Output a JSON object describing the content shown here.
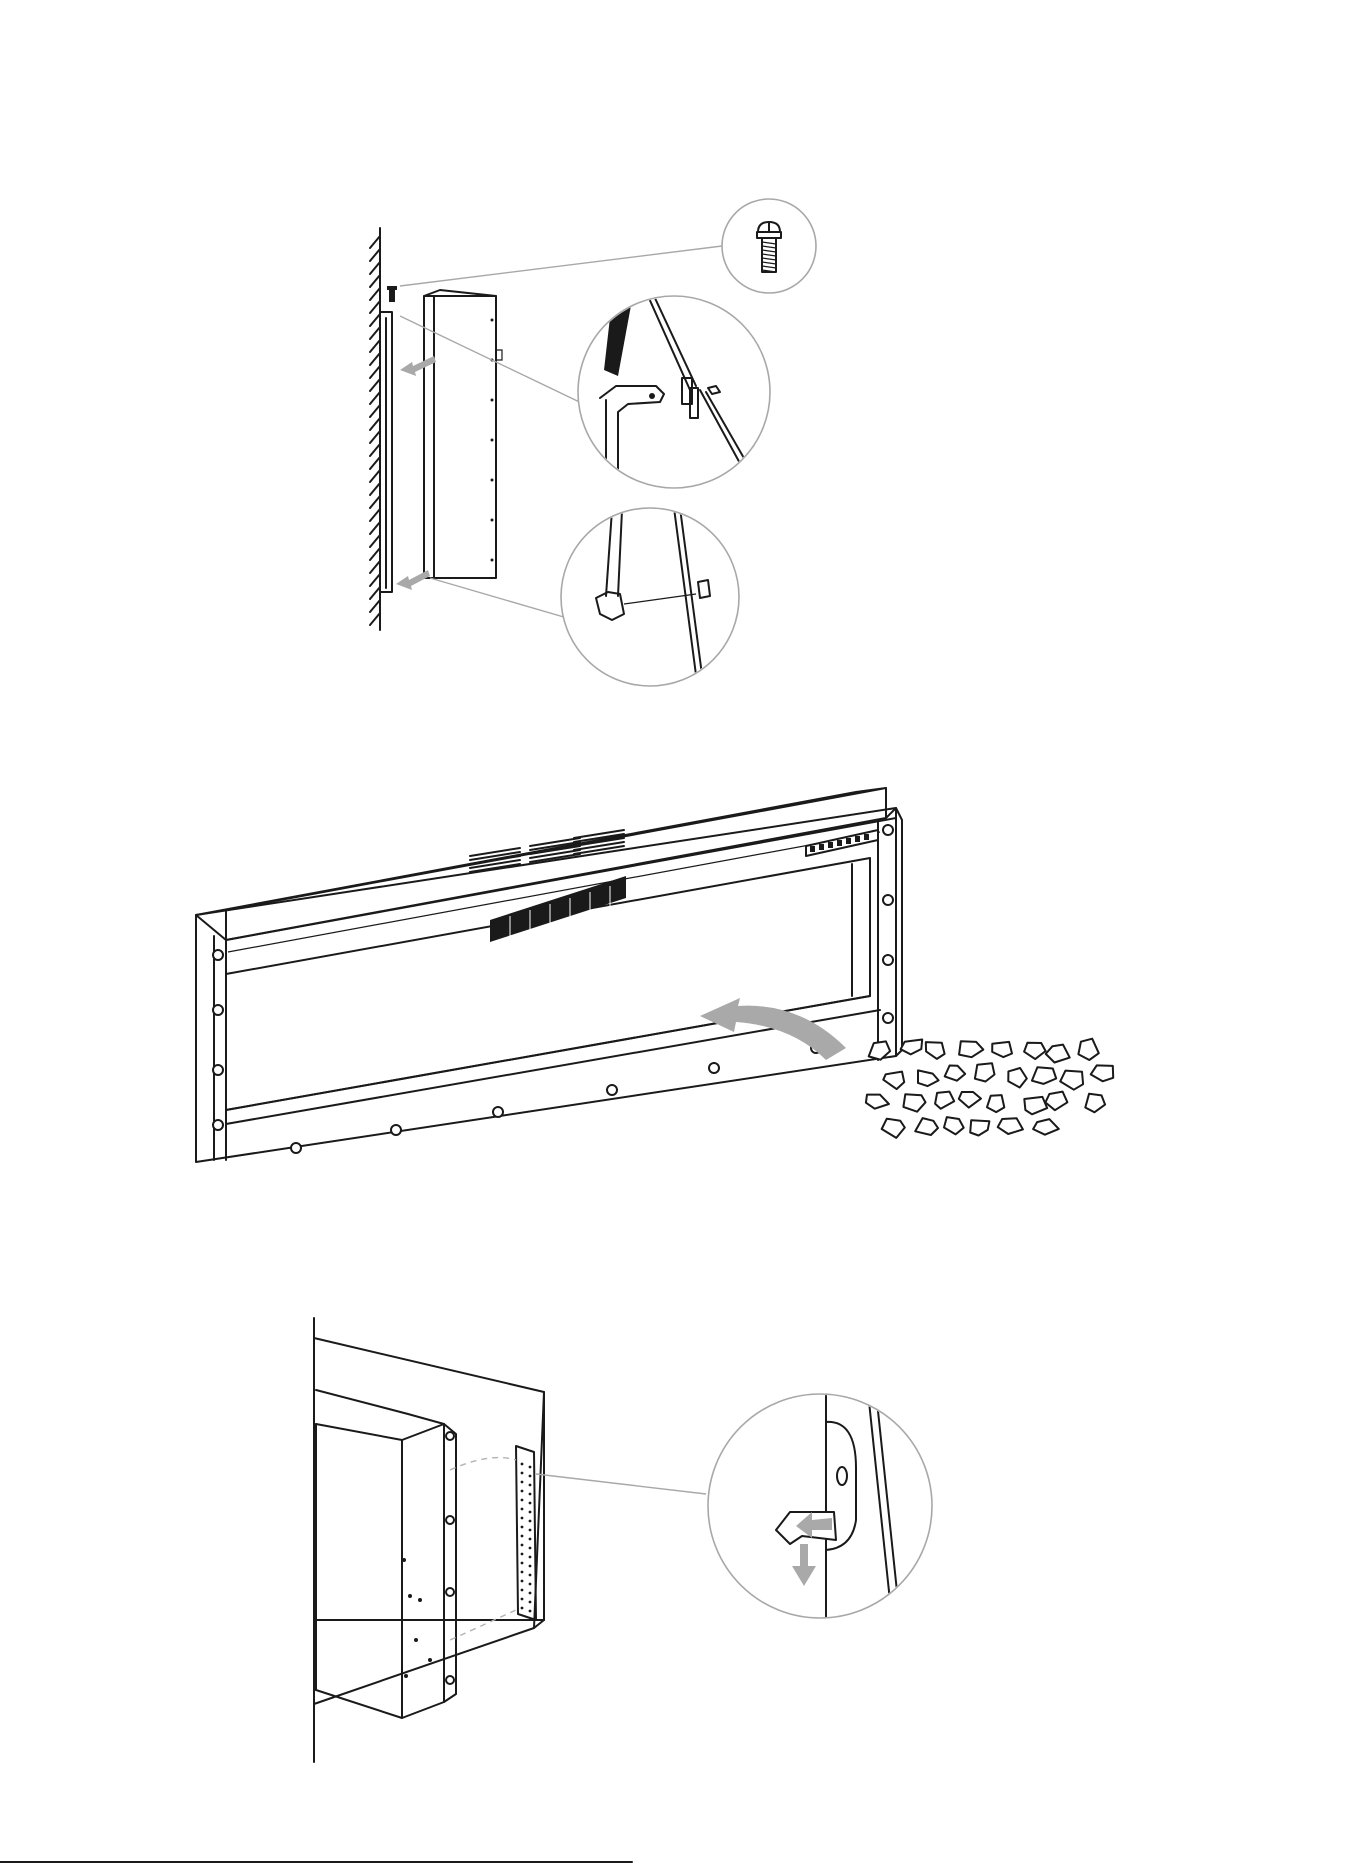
{
  "figures": [
    {
      "id": "wall-mount-side-view",
      "parts": [
        "wall",
        "mounting-bracket",
        "fireplace-body",
        "screw",
        "detail-top",
        "detail-bottom"
      ]
    },
    {
      "id": "fireplace-front-with-crystals",
      "parts": [
        "fireplace-body",
        "top-vents",
        "control-panel",
        "insert-arrow",
        "crystal-pile"
      ]
    },
    {
      "id": "recessed-install-bracket",
      "parts": [
        "wall-panel",
        "fireplace-body",
        "side-bracket",
        "detail-circle",
        "tab-arrows"
      ]
    }
  ],
  "colors": {
    "line": "#1a1a1a",
    "leader": "#a8a8a8",
    "arrow": "#a9a9a9",
    "fill_dark": "#1a1a1a"
  },
  "crystal_count": 30,
  "vent_row_count": 5
}
